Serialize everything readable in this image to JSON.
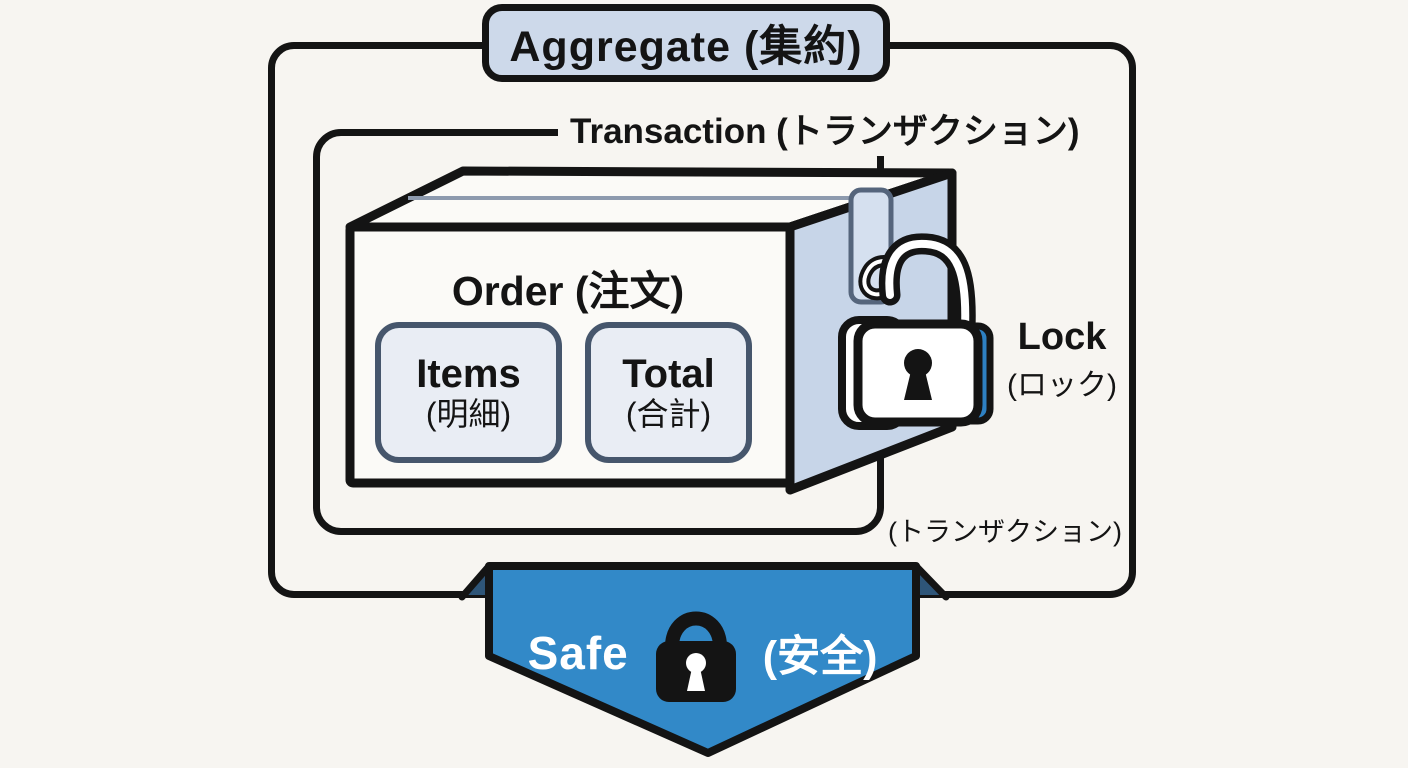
{
  "diagram": {
    "aggregate": {
      "title": "Aggregate (集約)"
    },
    "transaction": {
      "label": "Transaction (トランザクション)",
      "bottom_label": "(トランザクション)"
    },
    "order": {
      "label": "Order (注文)",
      "items": {
        "en": "Items",
        "ja": "(明細)"
      },
      "total": {
        "en": "Total",
        "ja": "(合計)"
      }
    },
    "lock": {
      "en": "Lock",
      "ja": "(ロック)"
    },
    "safe": {
      "en": "Safe",
      "ja": "(安全)"
    },
    "colors": {
      "bg": "#f7f5f1",
      "line": "#141414",
      "accent_blue": "#3289c8",
      "panel_blue": "#cdd9ea",
      "box_side_blue": "#c7d5e8",
      "fold_navy": "#2e5578",
      "lock_plate_blue": "#2e80c2",
      "field_fill": "#e9edf4",
      "field_border": "#46566c"
    }
  }
}
